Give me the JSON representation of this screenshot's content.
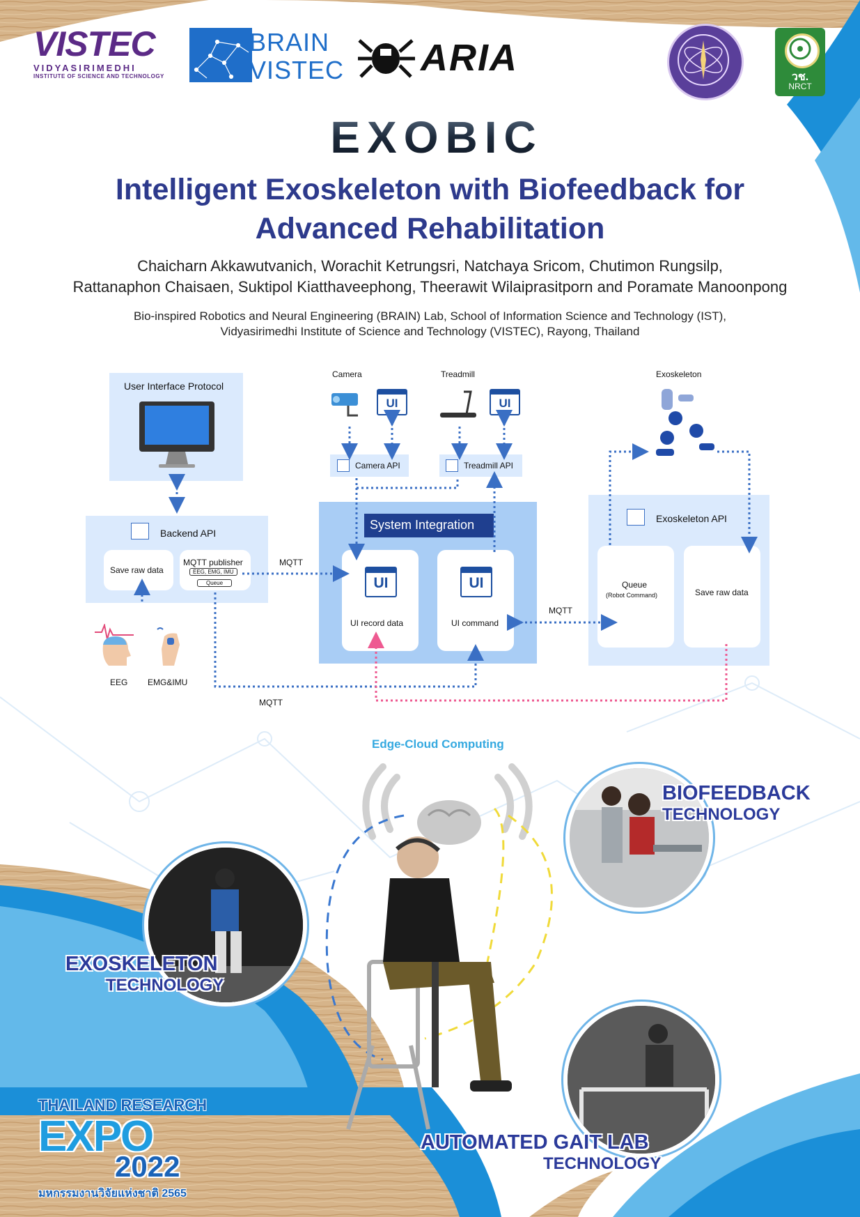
{
  "logos": {
    "vistec_main": "VISTEC",
    "vistec_sub1": "VIDYASIRIMEDHI",
    "vistec_sub2": "INSTITUTE OF SCIENCE AND TECHNOLOGY",
    "brain_1": "BRAIN",
    "brain_2": "VISTEC",
    "aria": "ARIA",
    "nrct_thai": "วช.",
    "nrct": "NRCT",
    "exobic": "EXOBIC"
  },
  "title": {
    "line1": "Intelligent Exoskeleton with Biofeedback for",
    "line2": "Advanced Rehabilitation"
  },
  "authors": {
    "line1": "Chaicharn Akkawutvanich, Worachit Ketrungsri, Natchaya Sricom, Chutimon Rungsilp,",
    "line2": "Rattanaphon Chaisaen, Suktipol Kiatthaveephong, Theerawit Wilaiprasitporn and Poramate Manoonpong"
  },
  "affiliation": {
    "line1": "Bio-inspired Robotics and Neural Engineering (BRAIN) Lab, School of Information Science and Technology (IST),",
    "line2": "Vidyasirimedhi Institute of Science and Technology (VISTEC), Rayong, Thailand"
  },
  "diagram": {
    "user_interface_protocol": "User Interface Protocol",
    "camera": "Camera",
    "treadmill": "Treadmill",
    "exoskeleton": "Exoskeleton",
    "ui": "UI",
    "camera_api": "Camera API",
    "treadmill_api": "Treadmill API",
    "backend_api": "Backend API",
    "save_raw_data": "Save raw data",
    "mqtt_publisher": "MQTT publisher",
    "eeg_emg_imu": "EEG, EMG, IMU",
    "queue_small": "Queue",
    "mqtt": "MQTT",
    "system_integration": "System Integration",
    "ui_record_data": "UI record data",
    "ui_command": "UI command",
    "exoskeleton_api": "Exoskeleton API",
    "queue": "Queue",
    "robot_command": "(Robot Command)",
    "save_raw_data_exo": "Save raw data",
    "eeg": "EEG",
    "emg_imu": "EMG&IMU"
  },
  "edge_cloud": "Edge-Cloud Computing",
  "technologies": {
    "biofeedback_1": "BIOFEEDBACK",
    "biofeedback_2": "TECHNOLOGY",
    "exoskeleton_1": "EXOSKELETON",
    "exoskeleton_2": "TECHNOLOGY",
    "gait_1": "AUTOMATED GAIT LAB",
    "gait_2": "TECHNOLOGY"
  },
  "expo": {
    "line1": "THAILAND RESEARCH",
    "expo_word": "EXPO",
    "year": "2022",
    "thai": "มหกรรมงานวิจัยแห่งชาติ 2565"
  },
  "colors": {
    "title_blue": "#2d3a8c",
    "panel_light": "#dbeafd",
    "panel_mid": "#a9cdf5",
    "dotted_blue": "#3a6fc4",
    "dotted_pink": "#ee5a91",
    "edge_cloud": "#35a9e0"
  }
}
